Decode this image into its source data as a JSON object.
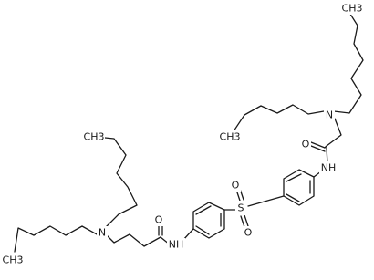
{
  "structure": {
    "atoms": {
      "ch3_top": "CH3",
      "ch3_upper_left": "CH3",
      "ch3_lower_left": "CH3",
      "ch3_bottom_chain": "CH3",
      "n_amine_right": "N",
      "n_amine_left": "N",
      "o_carbonyl_right": "O",
      "o_carbonyl_left": "O",
      "nh_right": "NH",
      "nh_left": "NH",
      "s_sulfonyl": "S",
      "o_sulfonyl_top": "O",
      "o_sulfonyl_bottom": "O"
    }
  },
  "colors": {
    "ink": "#1a1a1a",
    "background": "#ffffff"
  }
}
